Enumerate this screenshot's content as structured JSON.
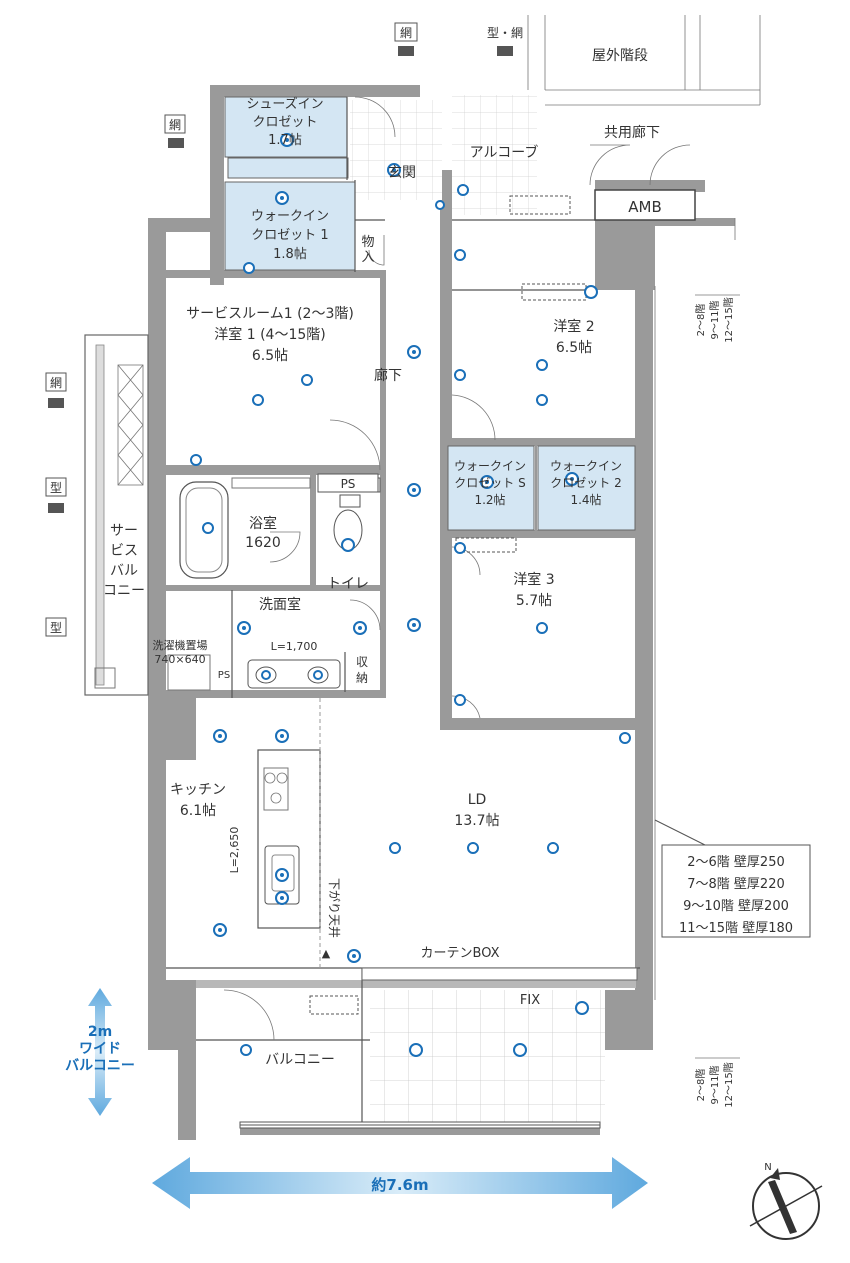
{
  "rooms": {
    "shoes_closet": "シューズイン\nクロゼット\n1.7帖",
    "entrance": "玄関",
    "alcove": "アルコーブ",
    "outdoor_stairs": "屋外階段",
    "common_corridor": "共用廊下",
    "amb": "AMB",
    "wic1": "ウォークイン\nクロゼット 1\n1.8帖",
    "storage_short": "物入",
    "service_room": "サービスルーム1 (2〜3階)\n洋室 1 (4〜15階)\n6.5帖",
    "hallway": "廊下",
    "western2": "洋室 2\n6.5帖",
    "wic_s": "ウォークイン\nクロゼット S\n1.2帖",
    "wic2": "ウォークイン\nクロゼット 2\n1.4帖",
    "western3": "洋室 3\n5.7帖",
    "ps": "PS",
    "bath": "浴室\n1620",
    "toilet": "トイレ",
    "washroom": "洗面室",
    "washer_area": "洗濯機置場\n740×640",
    "counter": "L=1,700",
    "storage": "収\n納",
    "service_balcony": "サー\nビス\nバル\nコニー",
    "kitchen": "キッチン\n6.1帖",
    "kitchen_length": "L=2,650",
    "ld": "LD\n13.7帖",
    "ceiling": "下がり天井",
    "curtain": "カーテンBOX",
    "fix": "FIX",
    "balcony": "バルコニー"
  },
  "labels": {
    "net1": "網",
    "net_pair": "型・網",
    "net2": "網",
    "net3": "網",
    "type1": "型",
    "type2": "型",
    "floor_note_1": "2〜8階",
    "floor_note_2": "9〜11階",
    "floor_note_3": "12〜15階",
    "ps_small": "PS"
  },
  "wall_thickness": [
    "2〜6階 壁厚250",
    "7〜8階 壁厚220",
    "9〜10階 壁厚200",
    "11〜15階 壁厚180"
  ],
  "dimensions": {
    "balcony_width": "2m\nワイド\nバルコニー",
    "overall_width": "約7.6m"
  },
  "compass": {
    "label": "N"
  },
  "colors": {
    "closet": "#d4e6f3",
    "fixture": "#1a6fb8",
    "arrow": "#8cc0e6"
  }
}
